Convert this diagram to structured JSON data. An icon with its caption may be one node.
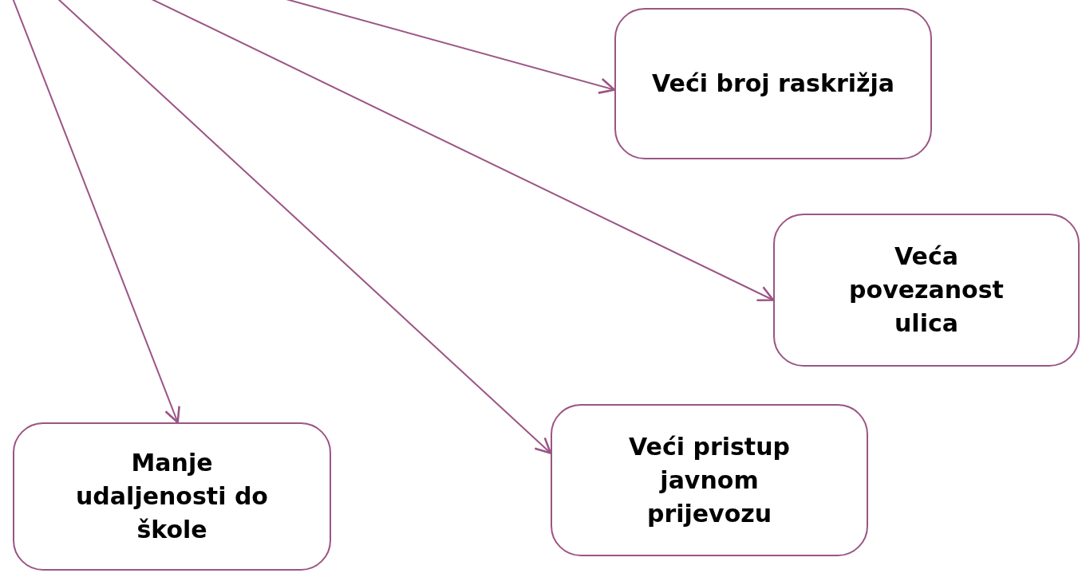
{
  "diagram": {
    "nodes": [
      {
        "text": [
          "Veći broj raskrižja"
        ]
      },
      {
        "text": [
          "Veća povezanost ulica"
        ]
      },
      {
        "text": [
          "Veći pristup javnom prijevozu"
        ]
      },
      {
        "text": [
          "Manje udaljenosti do škole"
        ]
      }
    ],
    "edges": [
      {
        "from": null,
        "to": 0,
        "arrow": "to"
      },
      {
        "from": null,
        "to": 1,
        "arrow": "to"
      },
      {
        "from": null,
        "to": 2,
        "arrow": "to"
      },
      {
        "from": null,
        "to": 3,
        "arrow": "to"
      }
    ]
  }
}
